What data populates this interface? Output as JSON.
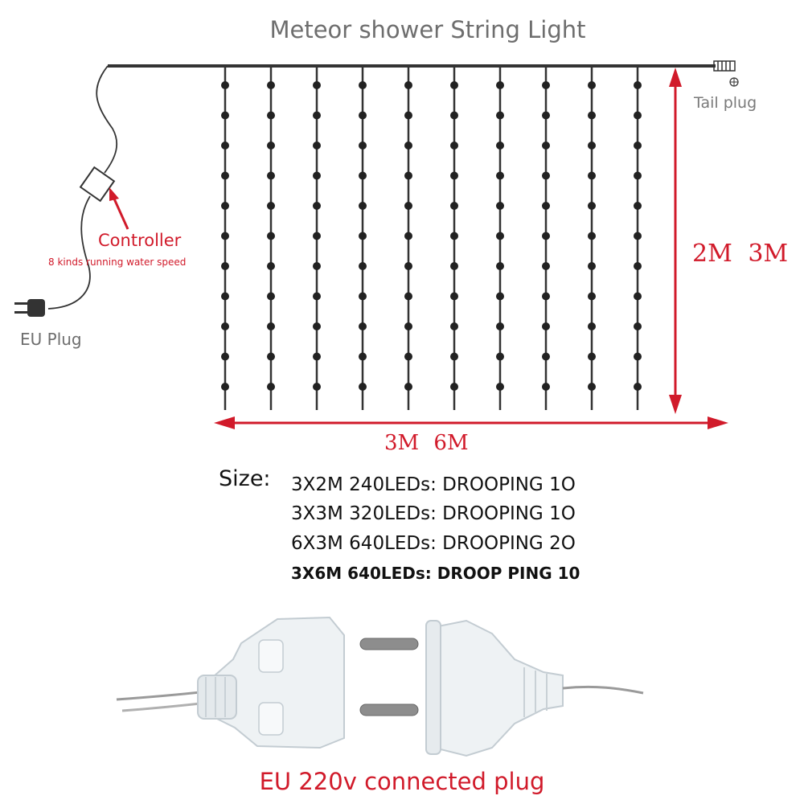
{
  "title": "Meteor shower String Light",
  "tail_plug": {
    "label": "Tail plug"
  },
  "controller": {
    "label": "Controller",
    "description": "8 kinds running water speed"
  },
  "eu_plug": {
    "label": "EU Plug"
  },
  "dimensions": {
    "height": "2M 3M",
    "width": "3M 6M"
  },
  "sizes": {
    "prefix": "Size:",
    "rows": [
      "3X2M 240LEDs: DROOPING 1O",
      "3X3M 320LEDs: DROOPING 1O",
      "6X3M 640LEDs: DROOPING 2O",
      "3X6M 640LEDs: DROOP PING 10"
    ]
  },
  "plug_caption": "EU 220v connected plug",
  "colors": {
    "accent_red": "#d11a2a",
    "wire": "#333333",
    "label_gray": "#6e6e6e"
  },
  "icons": [
    "tail-plug-icon",
    "controller-box-icon",
    "eu-plug-icon",
    "arrow-icon"
  ]
}
